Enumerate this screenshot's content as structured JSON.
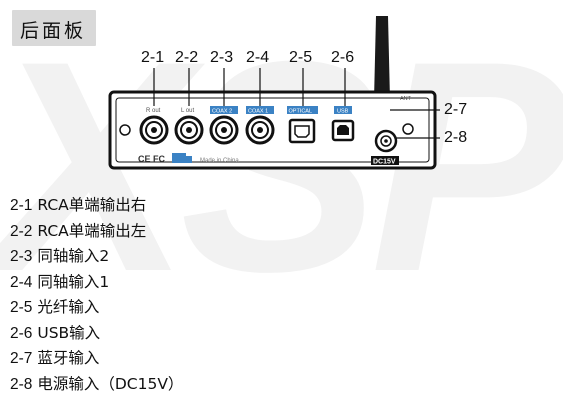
{
  "header": {
    "title": "后面板"
  },
  "watermark": {
    "text": "XSPr"
  },
  "callouts": [
    {
      "id": "2-1",
      "label": "2-1"
    },
    {
      "id": "2-2",
      "label": "2-2"
    },
    {
      "id": "2-3",
      "label": "2-3"
    },
    {
      "id": "2-4",
      "label": "2-4"
    },
    {
      "id": "2-5",
      "label": "2-5"
    },
    {
      "id": "2-6",
      "label": "2-6"
    },
    {
      "id": "2-7",
      "label": "2-7"
    },
    {
      "id": "2-8",
      "label": "2-8"
    }
  ],
  "panel": {
    "jack_labels": [
      "R out",
      "L out",
      "COAX 2",
      "COAX 1",
      "OPTICAL",
      "USB",
      "ANT"
    ],
    "marks": "CE FC",
    "made_in": "Made in China",
    "power_label": "DC15V"
  },
  "items": [
    {
      "code": "2-1",
      "desc": "RCA单端输出右"
    },
    {
      "code": "2-2",
      "desc": "RCA单端输出左"
    },
    {
      "code": "2-3",
      "desc": "同轴输入2"
    },
    {
      "code": "2-4",
      "desc": "同轴输入1"
    },
    {
      "code": "2-5",
      "desc": "光纤输入"
    },
    {
      "code": "2-6",
      "desc": "USB输入"
    },
    {
      "code": "2-7",
      "desc": "蓝牙输入"
    },
    {
      "code": "2-8",
      "desc": "电源输入（DC15V）"
    }
  ]
}
